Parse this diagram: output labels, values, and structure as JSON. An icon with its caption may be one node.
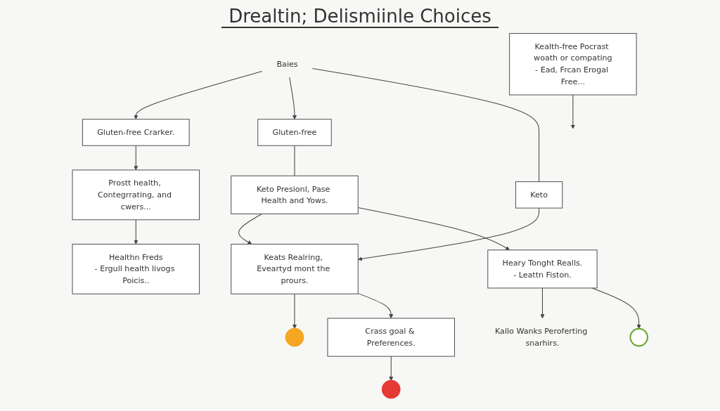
{
  "diagram": {
    "title": "Drealtin; Delismiinle Choices",
    "nodes": [
      {
        "text": [
          "Baies"
        ]
      },
      {
        "text": [
          "Gluten-free Crarker."
        ]
      },
      {
        "text": [
          "Gluten-free"
        ]
      },
      {
        "text": [
          "Keto"
        ]
      },
      {
        "text": [
          "Prostt health, Contegrrating, and cwers..."
        ]
      },
      {
        "text": [
          "Keto Presionl, Pase Health and Yows."
        ]
      },
      {
        "text": [
          "Keats Realring, Eveartyd mont the prours."
        ]
      },
      {
        "text": [],
        "shape": "circle"
      },
      {
        "text": [
          "Kealth-free Pocrast woath or compating",
          "- Ead, Frcan Erogal Free..."
        ]
      },
      {
        "text": [
          "Healthn Freds",
          "- Ergull health livogs Poicis.."
        ]
      },
      {
        "text": [
          "Kallo Wanks Peroferting snarhirs."
        ]
      },
      {
        "text": [
          "Heary Tonght Realls.",
          "- Leattn Fiston."
        ]
      },
      {
        "text": [
          "Crass goal & Preferences."
        ]
      },
      {
        "text": [],
        "shape": "circle"
      },
      {
        "text": [],
        "shape": "circle"
      }
    ],
    "edges": [
      {
        "from": 0,
        "to": 1,
        "arrow": "to"
      },
      {
        "from": 0,
        "to": 2,
        "arrow": "to"
      },
      {
        "from": 0,
        "to": 3,
        "arrow": "none"
      },
      {
        "from": 1,
        "to": 4,
        "arrow": "to"
      },
      {
        "from": 2,
        "to": 5,
        "arrow": "none"
      },
      {
        "from": 3,
        "to": 6,
        "arrow": "to"
      },
      {
        "from": 5,
        "to": 6,
        "arrow": "to"
      },
      {
        "from": 6,
        "to": 7,
        "arrow": "to"
      },
      {
        "from": 8,
        "to": null,
        "arrow": "to"
      },
      {
        "from": 4,
        "to": 9,
        "arrow": "to"
      },
      {
        "from": 5,
        "to": 11,
        "arrow": "to"
      },
      {
        "from": 11,
        "to": 10,
        "arrow": "to"
      },
      {
        "from": 6,
        "to": 12,
        "arrow": "to"
      },
      {
        "from": 11,
        "to": 13,
        "arrow": "to"
      },
      {
        "from": 12,
        "to": 14,
        "arrow": "to"
      }
    ]
  }
}
